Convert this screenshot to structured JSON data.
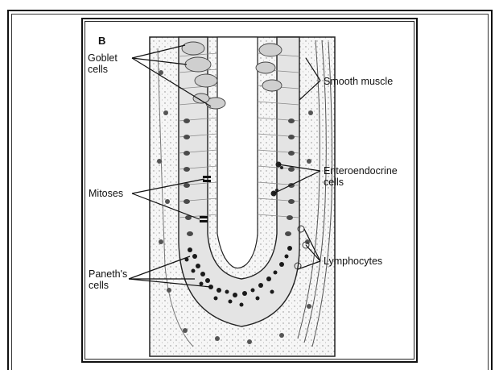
{
  "figure": {
    "panel_letter": "B",
    "labels": {
      "goblet": "Goblet\ncells",
      "mitoses": "Mitoses",
      "paneth": "Paneth's\ncells",
      "smooth_muscle": "Smooth muscle",
      "enteroendocrine": "Enteroendocrine\ncells",
      "lymphocytes": "Lymphocytes"
    }
  },
  "colors": {
    "line": "#111111",
    "cell": "#d8d8d8",
    "nucleus": "#3a3a3a",
    "granule": "#1a1a1a",
    "tissue": "#efefef"
  }
}
